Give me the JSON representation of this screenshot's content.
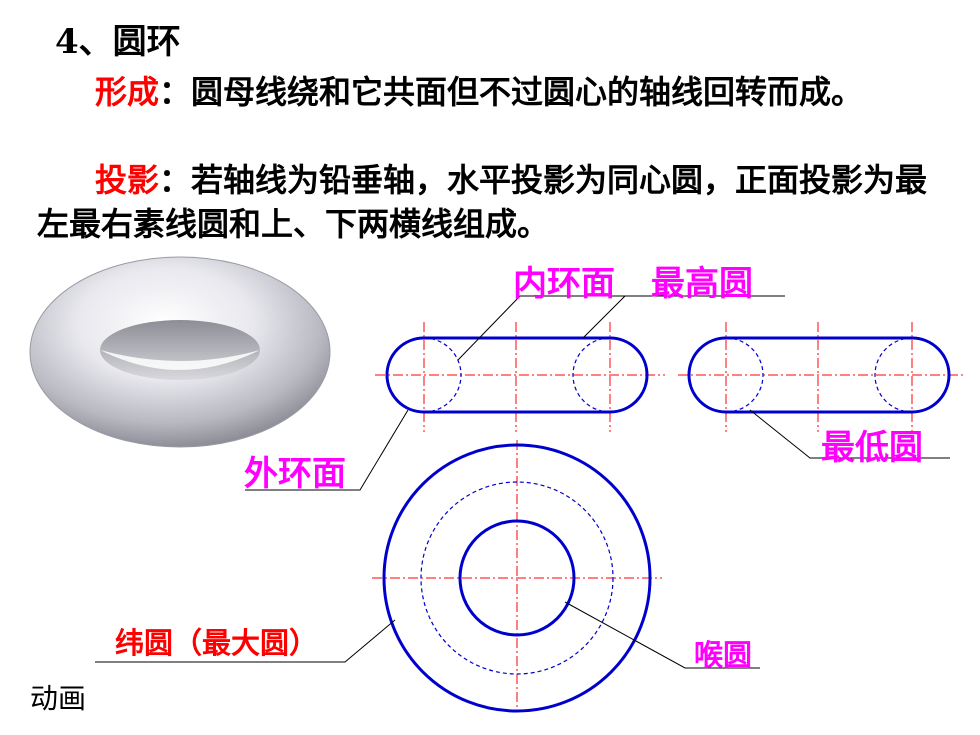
{
  "title": "4、圆环",
  "formation": {
    "label": "形成",
    "text": "：圆母线绕和它共面但不过圆心的轴线回转而成。"
  },
  "projection": {
    "label": "投影",
    "text": "：若轴线为铅垂轴，水平投影为同心圆，正面投影为最左最右素线圆和上、下两横线组成。"
  },
  "labels": {
    "inner_surface": "内环面",
    "top_circle": "最高圆",
    "outer_surface": "外环面",
    "bottom_circle": "最低圆",
    "latitude_circle": "纬圆（最大圆）",
    "throat_circle": "喉圆"
  },
  "animation_link": "动画",
  "colors": {
    "outline": "#0000cc",
    "centerline": "#ff0000",
    "label_magenta": "#ff00ff",
    "label_red": "#ff0000",
    "leader": "#000000"
  }
}
